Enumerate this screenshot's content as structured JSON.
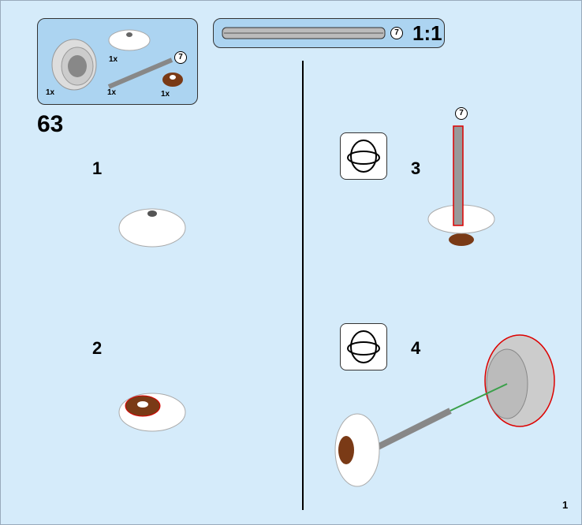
{
  "parts_list": {
    "items": [
      {
        "name": "wheel",
        "qty": "1x"
      },
      {
        "name": "dish",
        "qty": "1x"
      },
      {
        "name": "axle",
        "qty": "1x",
        "length": "7"
      },
      {
        "name": "round-tile",
        "qty": "1x"
      }
    ]
  },
  "scale_box": {
    "axle_length": "7",
    "scale": "1:1"
  },
  "step_number": "63",
  "substeps": [
    {
      "number": "1"
    },
    {
      "number": "2"
    },
    {
      "number": "3",
      "callout": "7"
    },
    {
      "number": "4"
    }
  ],
  "page_number": "1",
  "colors": {
    "background": "#d5ebfa",
    "panel": "#acd4f1",
    "highlight": "#d00000",
    "arrow": "#3aa04a"
  }
}
